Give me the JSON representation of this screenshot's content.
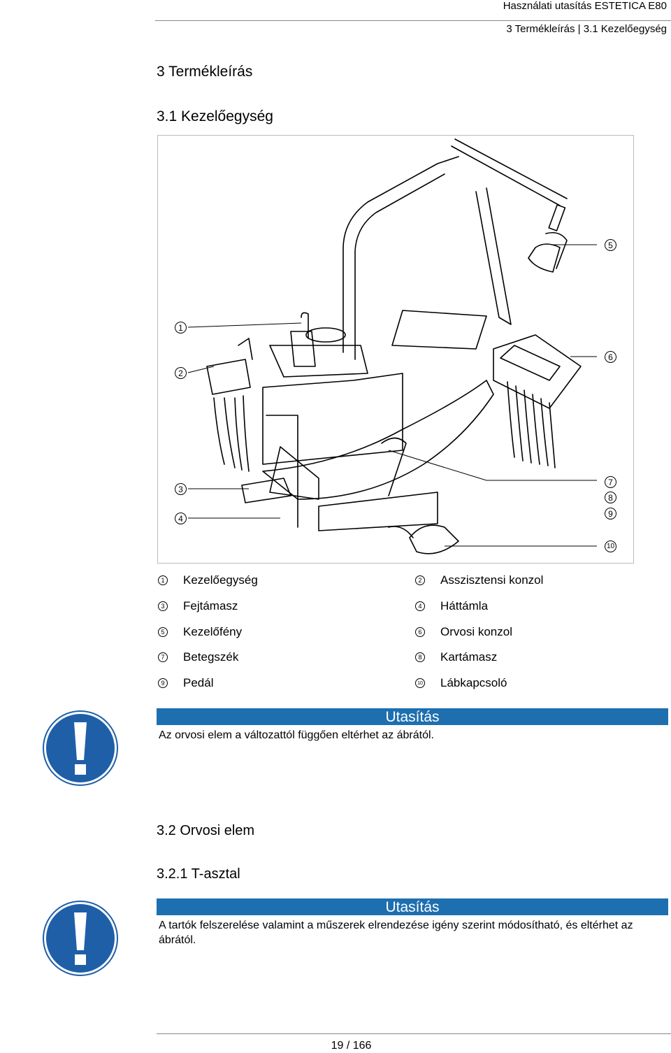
{
  "header": {
    "title": "Használati utasítás ESTETICA E80",
    "breadcrumb": "3 Termékleírás | 3.1 Kezelőegység"
  },
  "section_title": "3 Termékleírás",
  "subsection_title": "3.1 Kezelőegység",
  "figure": {
    "callouts": [
      "1",
      "2",
      "3",
      "4",
      "5",
      "6",
      "7",
      "8",
      "9",
      "10"
    ]
  },
  "legend": [
    {
      "num": "1",
      "label": "Kezelőegység"
    },
    {
      "num": "2",
      "label": "Asszisztensi konzol"
    },
    {
      "num": "3",
      "label": "Fejtámasz"
    },
    {
      "num": "4",
      "label": "Háttámla"
    },
    {
      "num": "5",
      "label": "Kezelőfény"
    },
    {
      "num": "6",
      "label": "Orvosi konzol"
    },
    {
      "num": "7",
      "label": "Betegszék"
    },
    {
      "num": "8",
      "label": "Kartámasz"
    },
    {
      "num": "9",
      "label": "Pedál"
    },
    {
      "num": "10",
      "label": "Lábkapcsoló"
    }
  ],
  "note1": {
    "heading": "Utasítás",
    "text": "Az orvosi elem a változattól függően eltérhet az ábrától."
  },
  "section2_title": "3.2 Orvosi elem",
  "section2_sub": "3.2.1 T-asztal",
  "note2": {
    "heading": "Utasítás",
    "text": "A tartók felszerelése valamint a műszerek elrendezése igény szerint módosítható, és eltérhet az ábrától."
  },
  "footer": {
    "page": "19 / 166"
  },
  "colors": {
    "note_bar": "#1d6fb0",
    "warn_blue": "#1f5fa8"
  }
}
